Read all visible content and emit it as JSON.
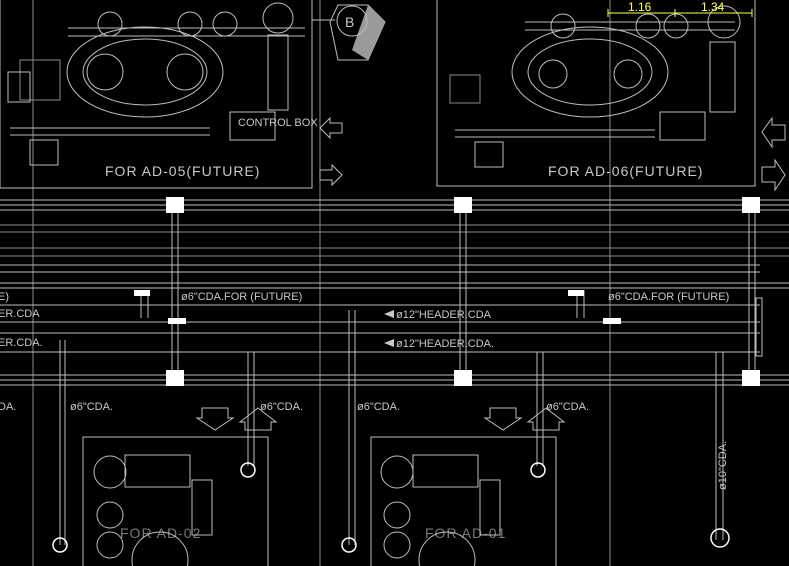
{
  "drawing": {
    "section_marker": "B",
    "top_left_unit_label": "FOR AD-05(FUTURE)",
    "top_right_unit_label": "FOR AD-06(FUTURE)",
    "dimensions": [
      "1.16",
      "1.34"
    ],
    "pipe_labels": {
      "cda_future_left": "ø6\"CDA.FOR (FUTURE)",
      "cda_future_right": "ø6\"CDA.FOR (FUTURE)",
      "cda_future_edge": "E)",
      "header_upper": "ø12\"HEADER.CDA",
      "header_lower": "ø12\"HEADER.CDA.",
      "header_upper_edge": "ER.CDA",
      "header_lower_edge": "ER.CDA.",
      "drop_edge": "DA.",
      "drop_1": "ø6\"CDA.",
      "drop_2": "ø6\"CDA.",
      "drop_3": "ø6\"CDA.",
      "drop_4": "ø6\"CDA.",
      "riser_10": "ø10\"CDA."
    },
    "bottom_left_unit_label": "FOR AD-02",
    "bottom_right_unit_label": "FOR AD-01",
    "control_box_label": "CONTROL BOX"
  }
}
